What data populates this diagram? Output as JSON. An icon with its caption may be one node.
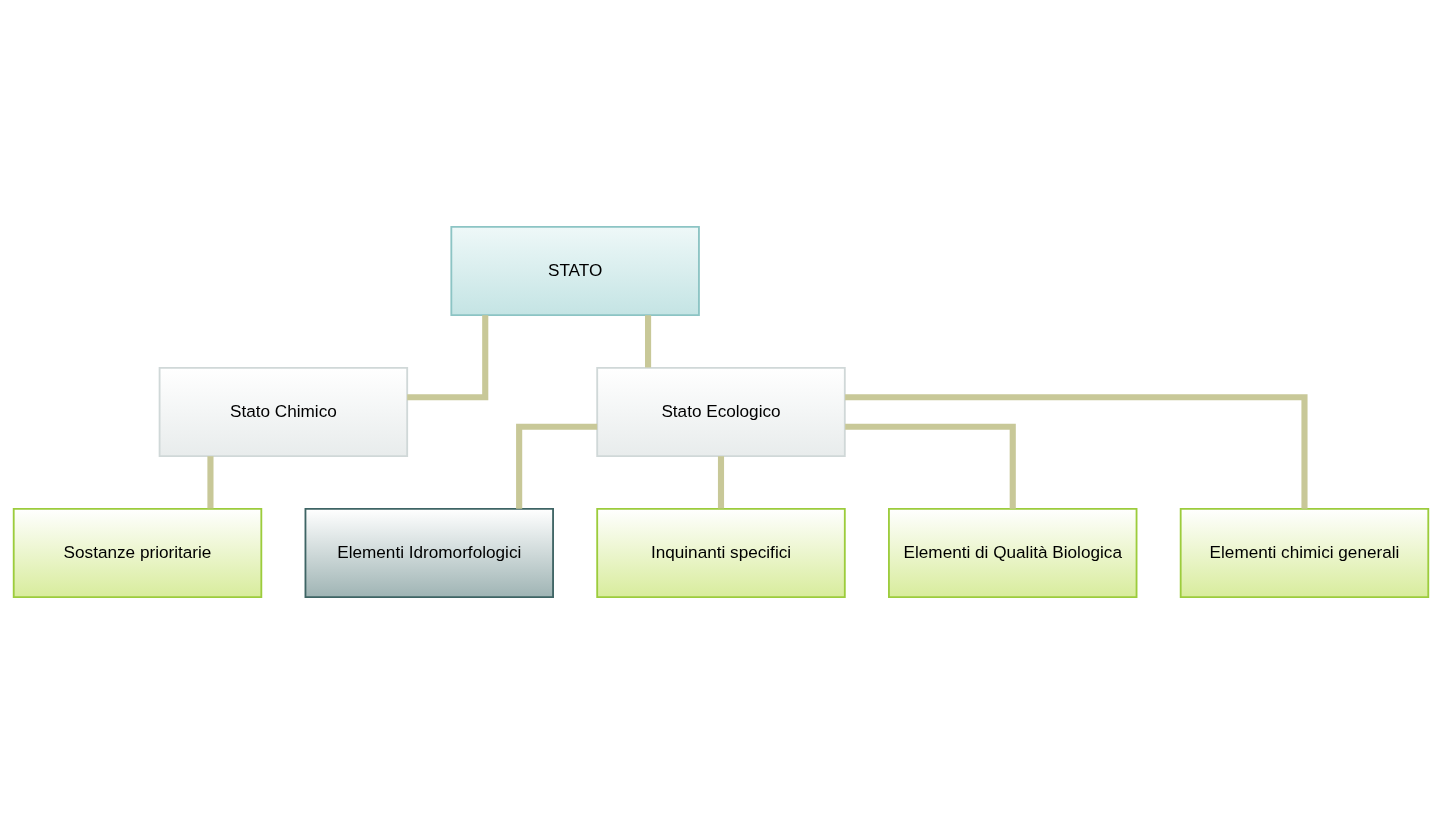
{
  "diagram": {
    "nodes": [
      {
        "text": [
          "STATO"
        ]
      },
      {
        "text": [
          "Stato Chimico"
        ]
      },
      {
        "text": [
          "Stato Ecologico"
        ]
      },
      {
        "text": [
          "Sostanze prioritarie"
        ]
      },
      {
        "text": [
          "Elementi Idromorfologici"
        ]
      },
      {
        "text": [
          "Inquinanti specifici"
        ]
      },
      {
        "text": [
          "Elementi di Qualità Biologica"
        ]
      },
      {
        "text": [
          "Elementi chimici generali"
        ]
      }
    ],
    "edges": [
      {
        "from": 0,
        "to": 1,
        "arrow": "none"
      },
      {
        "from": 0,
        "to": 2,
        "arrow": "none"
      },
      {
        "from": 1,
        "to": 3,
        "arrow": "none"
      },
      {
        "from": 2,
        "to": 4,
        "arrow": "none"
      },
      {
        "from": 2,
        "to": 5,
        "arrow": "none"
      },
      {
        "from": 2,
        "to": 6,
        "arrow": "none"
      },
      {
        "from": 2,
        "to": 7,
        "arrow": "none"
      }
    ]
  }
}
